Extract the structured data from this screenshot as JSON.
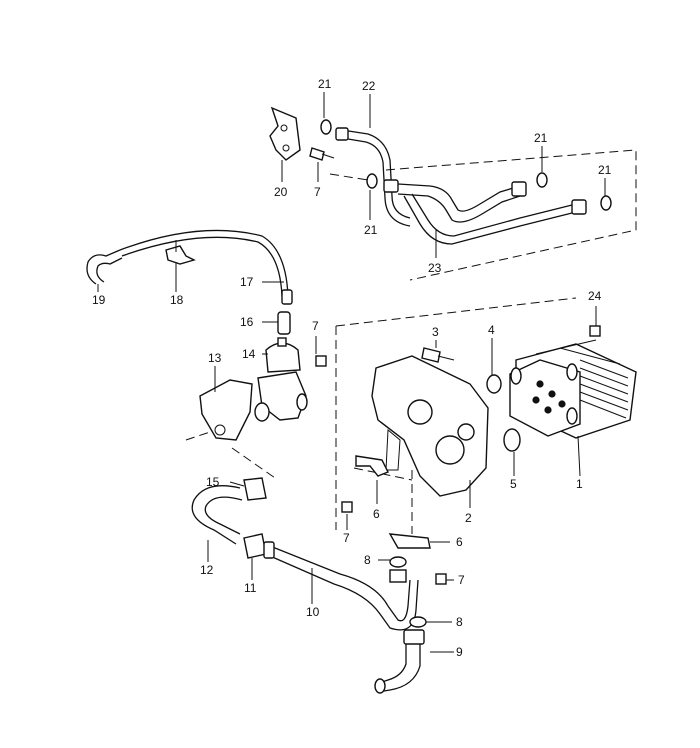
{
  "callouts": {
    "c1": "1",
    "c2": "2",
    "c3": "3",
    "c4": "4",
    "c5": "5",
    "c6a": "6",
    "c6b": "6",
    "c7a": "7",
    "c7b": "7",
    "c7c": "7",
    "c7d": "7",
    "c8a": "8",
    "c8b": "8",
    "c9": "9",
    "c10": "10",
    "c11": "11",
    "c12": "12",
    "c13": "13",
    "c14": "14",
    "c15": "15",
    "c16": "16",
    "c17": "17",
    "c18": "18",
    "c19": "19",
    "c20": "20",
    "c21a": "21",
    "c21b": "21",
    "c21c": "21",
    "c21d": "21",
    "c22": "22",
    "c23": "23",
    "c24": "24"
  }
}
